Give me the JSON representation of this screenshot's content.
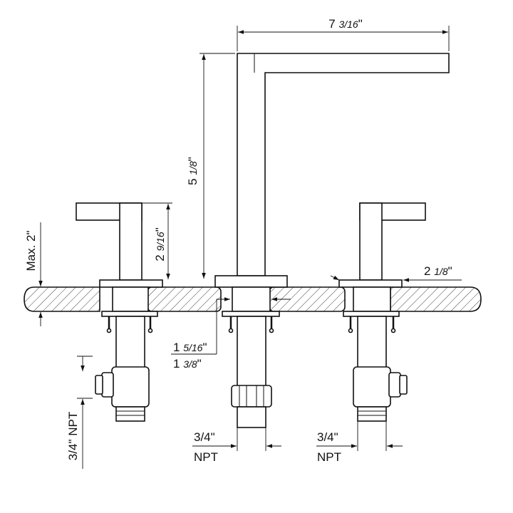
{
  "dimensions": {
    "spout_reach": {
      "whole": "7",
      "fraction": "3/16",
      "unit": "\""
    },
    "spout_height": {
      "whole": "5",
      "fraction": "1/8",
      "unit": "\""
    },
    "handle_height": {
      "whole": "2",
      "fraction": "9/16",
      "unit": "\""
    },
    "handle_base_diameter": {
      "whole": "2",
      "fraction": "1/8",
      "unit": "\""
    },
    "deck_thickness": {
      "text": "Max. 2\""
    },
    "hole_min": {
      "whole": "1",
      "fraction": "5/16",
      "unit": "\""
    },
    "hole_max": {
      "whole": "1",
      "fraction": "3/8",
      "unit": "\""
    },
    "inlet_left": {
      "text": "3/4\" NPT"
    },
    "inlet_center": {
      "line1": "3/4\"",
      "line2": "NPT"
    },
    "inlet_right": {
      "line1": "3/4\"",
      "line2": "NPT"
    }
  },
  "colors": {
    "ink": "#111111",
    "background": "#ffffff"
  }
}
